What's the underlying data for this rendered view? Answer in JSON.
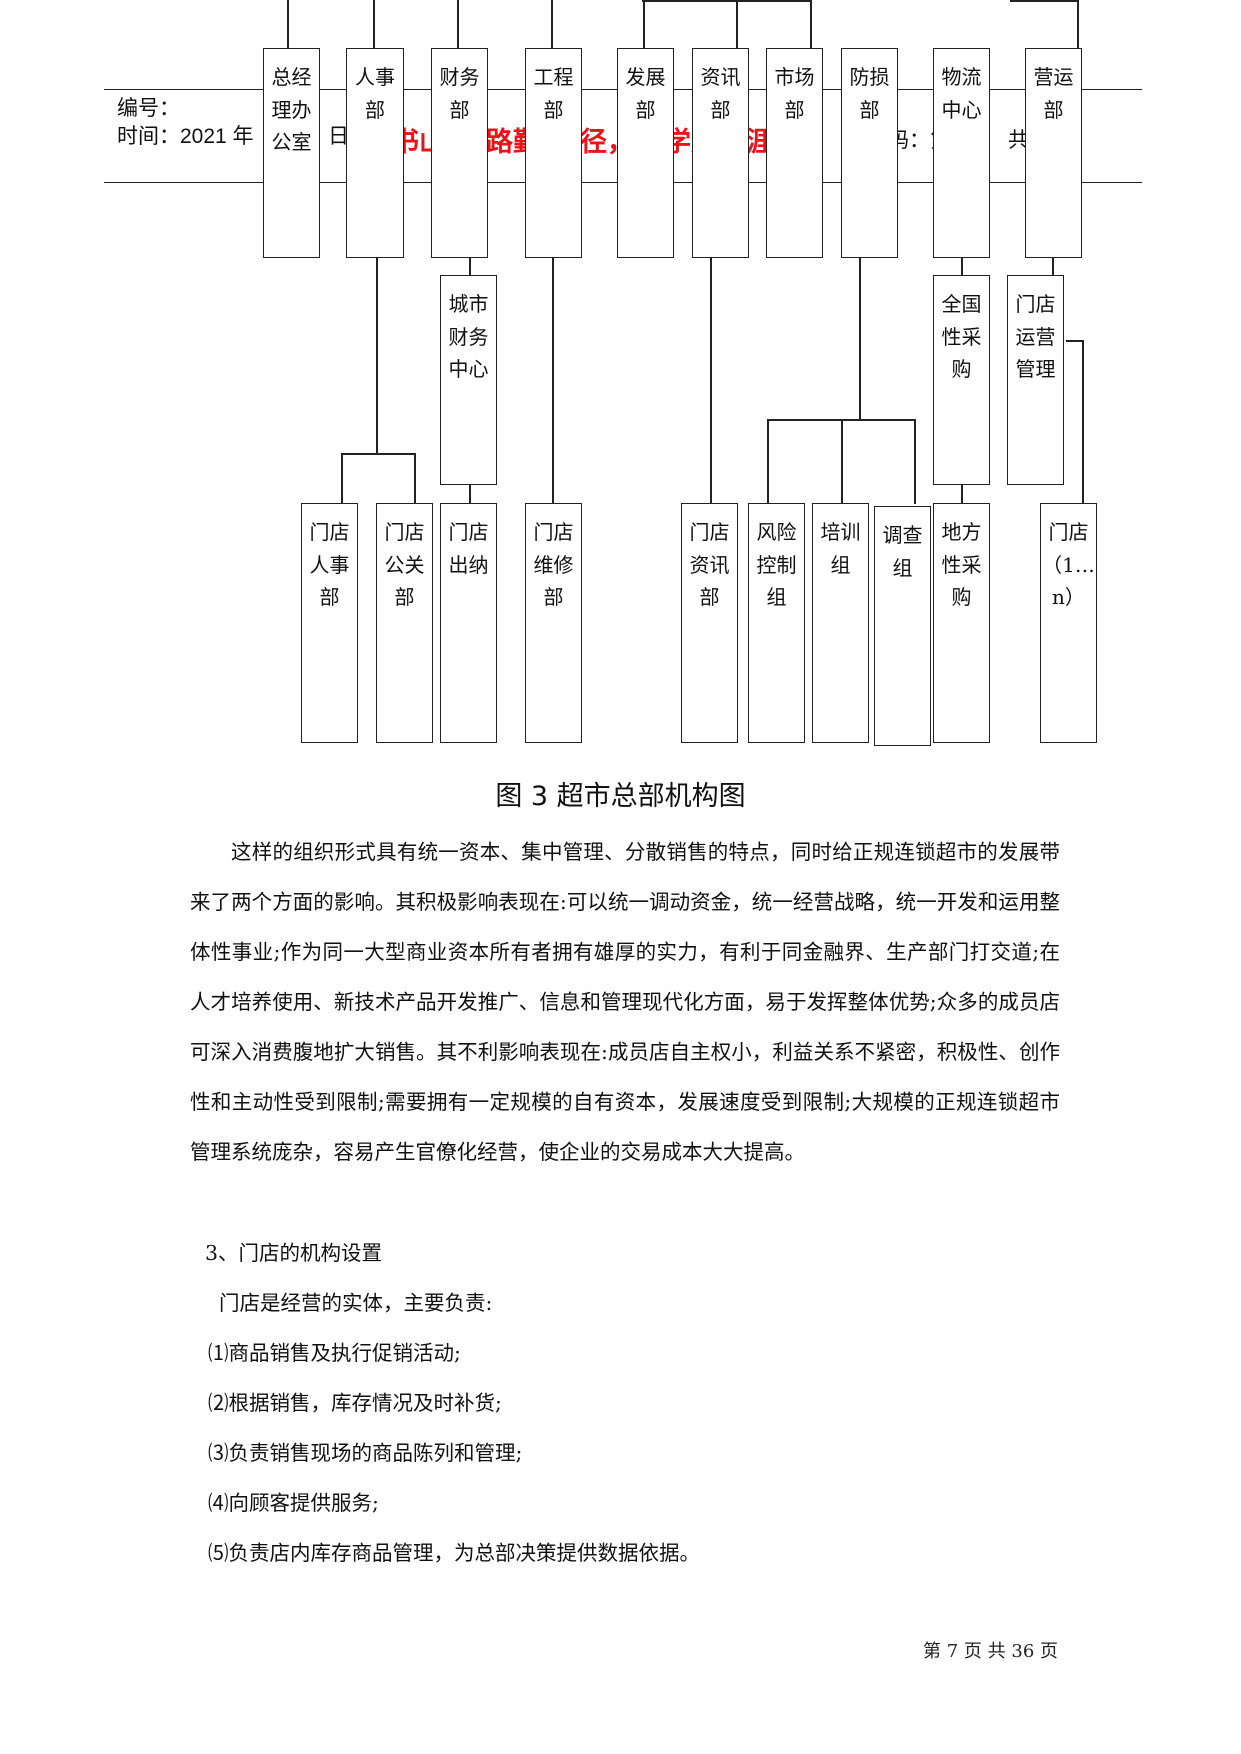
{
  "header": {
    "id_label": "编号：",
    "time_label": "时间：2021 年",
    "time_day": "日",
    "slogan_fragments": [
      "书山",
      "路勤",
      "径，",
      "学无",
      "涯苦"
    ],
    "page_fragment": "码：第",
    "total_fragment": "共"
  },
  "chart": {
    "top_nodes": [
      {
        "id": "gm",
        "label": "总经理办公室"
      },
      {
        "id": "hr",
        "label": "人事部"
      },
      {
        "id": "fin",
        "label": "财务部"
      },
      {
        "id": "eng",
        "label": "工程部"
      },
      {
        "id": "dev",
        "label": "发展部"
      },
      {
        "id": "info",
        "label": "资讯部"
      },
      {
        "id": "mkt",
        "label": "市场部"
      },
      {
        "id": "lp",
        "label": "防损部"
      },
      {
        "id": "log",
        "label": "物流中心"
      },
      {
        "id": "ops",
        "label": "营运部"
      }
    ],
    "mid_nodes": [
      {
        "id": "cityfin",
        "label": "城市财务中心"
      },
      {
        "id": "natbuy",
        "label": "全国性采购"
      },
      {
        "id": "storeops",
        "label": "门店运营管理"
      }
    ],
    "bottom_nodes": [
      {
        "id": "store-hr",
        "label": "门店人事部"
      },
      {
        "id": "store-pr",
        "label": "门店公关部"
      },
      {
        "id": "store-cash",
        "label": "门店出纳"
      },
      {
        "id": "store-maint",
        "label": "门店维修部"
      },
      {
        "id": "store-info",
        "label": "门店资讯部"
      },
      {
        "id": "risk",
        "label": "风险控制组"
      },
      {
        "id": "train",
        "label": "培训组"
      },
      {
        "id": "survey",
        "label": "调查组"
      },
      {
        "id": "localbuy",
        "label": "地方性采购"
      },
      {
        "id": "stores",
        "label": "门店（1…n）"
      }
    ],
    "caption": "图 3  超市总部机构图"
  },
  "body": {
    "paragraph": "这样的组织形式具有统一资本、集中管理、分散销售的特点，同时给正规连锁超市的发展带来了两个方面的影响。其积极影响表现在:可以统一调动资金，统一经营战略，统一开发和运用整体性事业;作为同一大型商业资本所有者拥有雄厚的实力，有利于同金融界、生产部门打交道;在人才培养使用、新技术产品开发推广、信息和管理现代化方面，易于发挥整体优势;众多的成员店可深入消费腹地扩大销售。其不利影响表现在:成员店自主权小，利益关系不紧密，积极性、创作性和主动性受到限制;需要拥有一定规模的自有资本，发展速度受到限制;大规模的正规连锁超市管理系统庞杂，容易产生官僚化经营，使企业的交易成本大大提高。",
    "section_heading": "3、门店的机构设置",
    "intro": "门店是经营的实体，主要负责:",
    "items": [
      "⑴商品销售及执行促销活动;",
      "⑵根据销售，库存情况及时补货;",
      "⑶负责销售现场的商品陈列和管理;",
      "⑷向顾客提供服务;",
      "⑸负责店内库存商品管理，为总部决策提供数据依据。"
    ]
  },
  "footer": {
    "page_text": "第 7 页 共 36 页"
  }
}
